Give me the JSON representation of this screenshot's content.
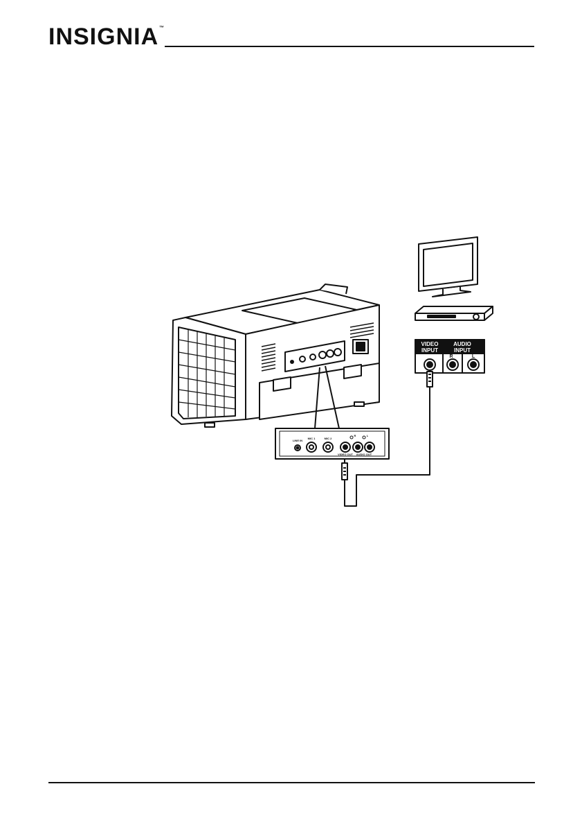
{
  "header": {
    "brand": "INSIGNIA",
    "trademark": "™"
  },
  "figure": {
    "jack_panel": {
      "video_input": "VIDEO INPUT",
      "video_input_line1": "VIDEO",
      "video_input_line2": "INPUT",
      "audio_input_line1": "AUDIO",
      "audio_input_line2": "INPUT",
      "audio_r": "R",
      "audio_l": "L"
    },
    "speaker_panel": {
      "line_in": "LINE IN",
      "mic1": "MIC 1",
      "mic2": "MIC 2",
      "video_out": "VIDEO OUT",
      "audio_out": "AUDIO OUT",
      "audio_r": "R",
      "audio_l": "L"
    }
  }
}
